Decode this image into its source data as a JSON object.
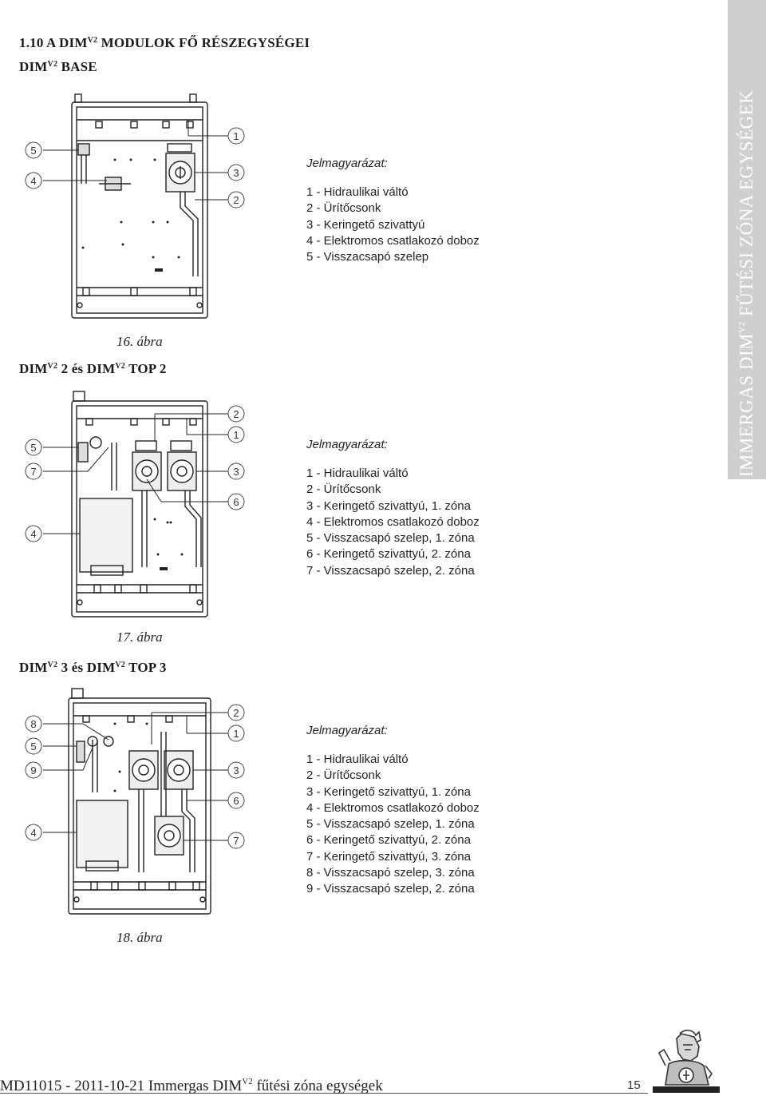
{
  "section": {
    "heading_num": "1.10 A DIM",
    "heading_sup": "V2",
    "heading_rest": " MODULOK FŐ RÉSZEGYSÉGEI"
  },
  "sidebar": {
    "part1": "IMMERGAS DIM",
    "sup": "V2",
    "part2": " FŰTÉSI ZÓNA EGYSÉGEK"
  },
  "figures": [
    {
      "heading_a": "DIM",
      "heading_sup_a": "V2",
      "heading_b": " BASE",
      "heading_sup_b": "",
      "heading_c": "",
      "caption": "16. ábra",
      "callouts_left": [
        "5",
        "4"
      ],
      "callouts_right": [
        "1",
        "3",
        "2"
      ],
      "legend_title": "Jelmagyarázat:",
      "legend": [
        "1 - Hidraulikai váltó",
        "2 - Ürítőcsonk",
        "3 - Keringető szivattyú",
        "4 - Elektromos csatlakozó doboz",
        "5 - Visszacsapó szelep"
      ]
    },
    {
      "heading_a": "DIM",
      "heading_sup_a": "V2",
      "heading_b": " 2 és DIM",
      "heading_sup_b": "V2",
      "heading_c": " TOP 2",
      "caption": "17. ábra",
      "callouts_left": [
        "5",
        "7",
        "4"
      ],
      "callouts_right": [
        "2",
        "1",
        "3",
        "6"
      ],
      "legend_title": "Jelmagyarázat:",
      "legend": [
        "1 - Hidraulikai váltó",
        "2 - Ürítőcsonk",
        "3 - Keringető szivattyú, 1. zóna",
        "4 - Elektromos csatlakozó doboz",
        "5 - Visszacsapó szelep, 1. zóna",
        "6 - Keringető szivattyú, 2. zóna",
        "7 - Visszacsapó szelep, 2. zóna"
      ]
    },
    {
      "heading_a": "DIM",
      "heading_sup_a": "V2",
      "heading_b": " 3 és DIM",
      "heading_sup_b": "V2",
      "heading_c": " TOP 3",
      "caption": "18. ábra",
      "callouts_left": [
        "8",
        "5",
        "9",
        "4"
      ],
      "callouts_right": [
        "2",
        "1",
        "3",
        "6",
        "7"
      ],
      "legend_title": "Jelmagyarázat:",
      "legend": [
        "1 - Hidraulikai váltó",
        "2 - Ürítőcsonk",
        "3 - Keringető szivattyú, 1. zóna",
        "4 - Elektromos csatlakozó doboz",
        "5 - Visszacsapó szelep, 1. zóna",
        "6 - Keringető szivattyú, 2. zóna",
        "7 - Keringető szivattyú, 3. zóna",
        "8 - Visszacsapó szelep, 3. zóna",
        "9 - Visszacsapó szelep, 2. zóna"
      ]
    }
  ],
  "footer": {
    "part1": "MD11015 - 2011-10-21 Immergas DIM",
    "sup": "V2",
    "part2": " fűtési zóna egységek",
    "page": "15"
  }
}
